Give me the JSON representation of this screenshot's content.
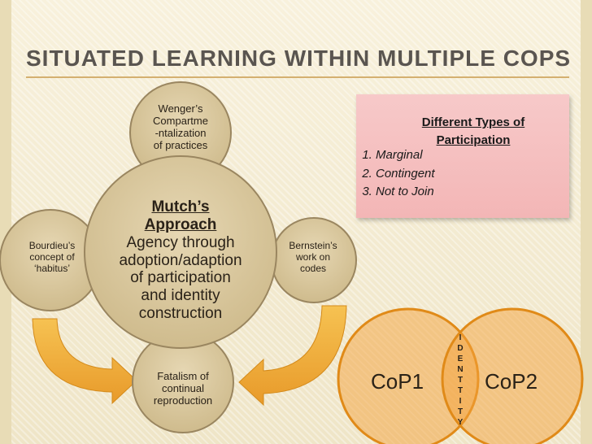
{
  "title": "SITUATED LEARNING WITHIN MULTIPLE COPS",
  "nodes": {
    "top": [
      "Wenger’s",
      "Compartme",
      "-ntalization",
      "of practices"
    ],
    "center_heading": [
      "Mutch’s",
      "Approach"
    ],
    "center_body": [
      "Agency through",
      "adoption/adaption",
      "of participation",
      "and identity",
      "construction"
    ],
    "left": [
      "Bourdieu’s",
      "concept of",
      "‘habitus’"
    ],
    "right": [
      "Bernstein’s",
      "work on",
      "codes"
    ],
    "bottom": [
      "Fatalism of",
      "continual",
      "reproduction"
    ]
  },
  "participation": {
    "heading": [
      "Different Types of",
      "Participation"
    ],
    "items": [
      "Marginal",
      "Contingent",
      "Not to Join"
    ]
  },
  "venn": {
    "left": "CoP1",
    "right": "CoP2",
    "overlap_letters": [
      "I",
      "D",
      "E",
      "N",
      "T",
      "T",
      "I",
      "T",
      "Y"
    ]
  },
  "colors": {
    "title": "#5a5550",
    "circle_fill": "#d9c79d",
    "circle_stroke": "#9a8660",
    "arrow": "#efaf3c",
    "pink": "#f5bebe"
  }
}
